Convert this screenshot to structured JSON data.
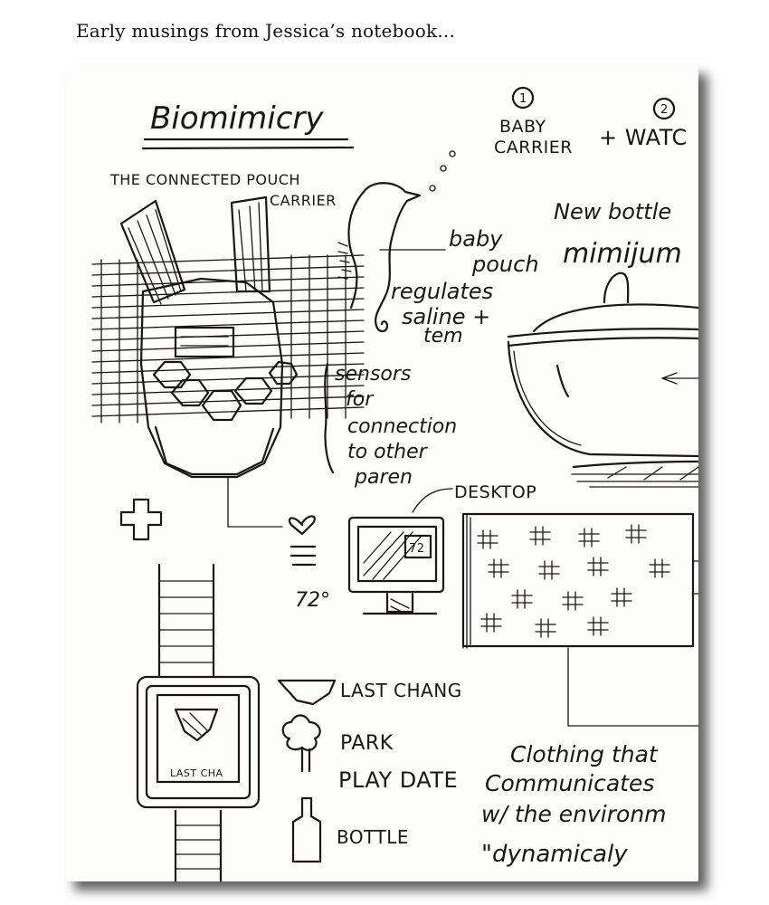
{
  "caption": "Early musings from Jessica’s notebook...",
  "notes": {
    "title": "Biomimicry",
    "num1": "1",
    "num2": "2",
    "baby_carrier_1": "BABY",
    "baby_carrier_2": "CARRIER",
    "plus_watch": "+ WATC",
    "connected_pouch_1": "THE CONNECTED POUCH",
    "connected_pouch_2": "CARRIER",
    "baby_1": "baby",
    "baby_2": "pouch",
    "regulates_1": "regulates",
    "regulates_2": "saline +",
    "regulates_3": "tem",
    "new_bottle": "New bottle",
    "mimijum": "mimijum",
    "sensors_1": "sensors",
    "sensors_2": "for",
    "sensors_3": "connection",
    "sensors_4": "to other",
    "sensors_5": "paren",
    "desktop": "DESKTOP",
    "temp_screen": "72",
    "temp_side": "72°",
    "last_change": "LAST CHANG",
    "last_cha_watch": "LAST CHA",
    "park": "PARK",
    "play_date": "PLAY DATE",
    "bottle": "BOTTLE",
    "clothing_1": "Clothing that",
    "clothing_2": "Communicates",
    "clothing_3": "w/ the environm",
    "dynamically": "\"dynamicaly"
  }
}
